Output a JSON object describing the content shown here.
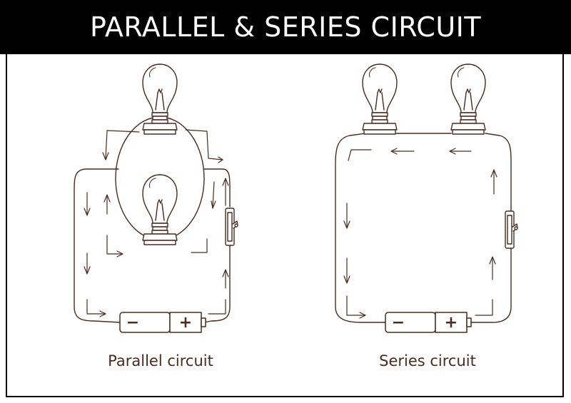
{
  "title": "PARALLEL & SERIES CIRCUIT",
  "colors": {
    "header_bg": "#000000",
    "header_text": "#ffffff",
    "ink": "#4b2b1e",
    "background": "#ffffff"
  },
  "parallel": {
    "caption": "Parallel circuit",
    "battery": {
      "negative": "−",
      "positive": "+"
    }
  },
  "series": {
    "caption": "Series circuit",
    "battery": {
      "negative": "−",
      "positive": "+"
    }
  }
}
